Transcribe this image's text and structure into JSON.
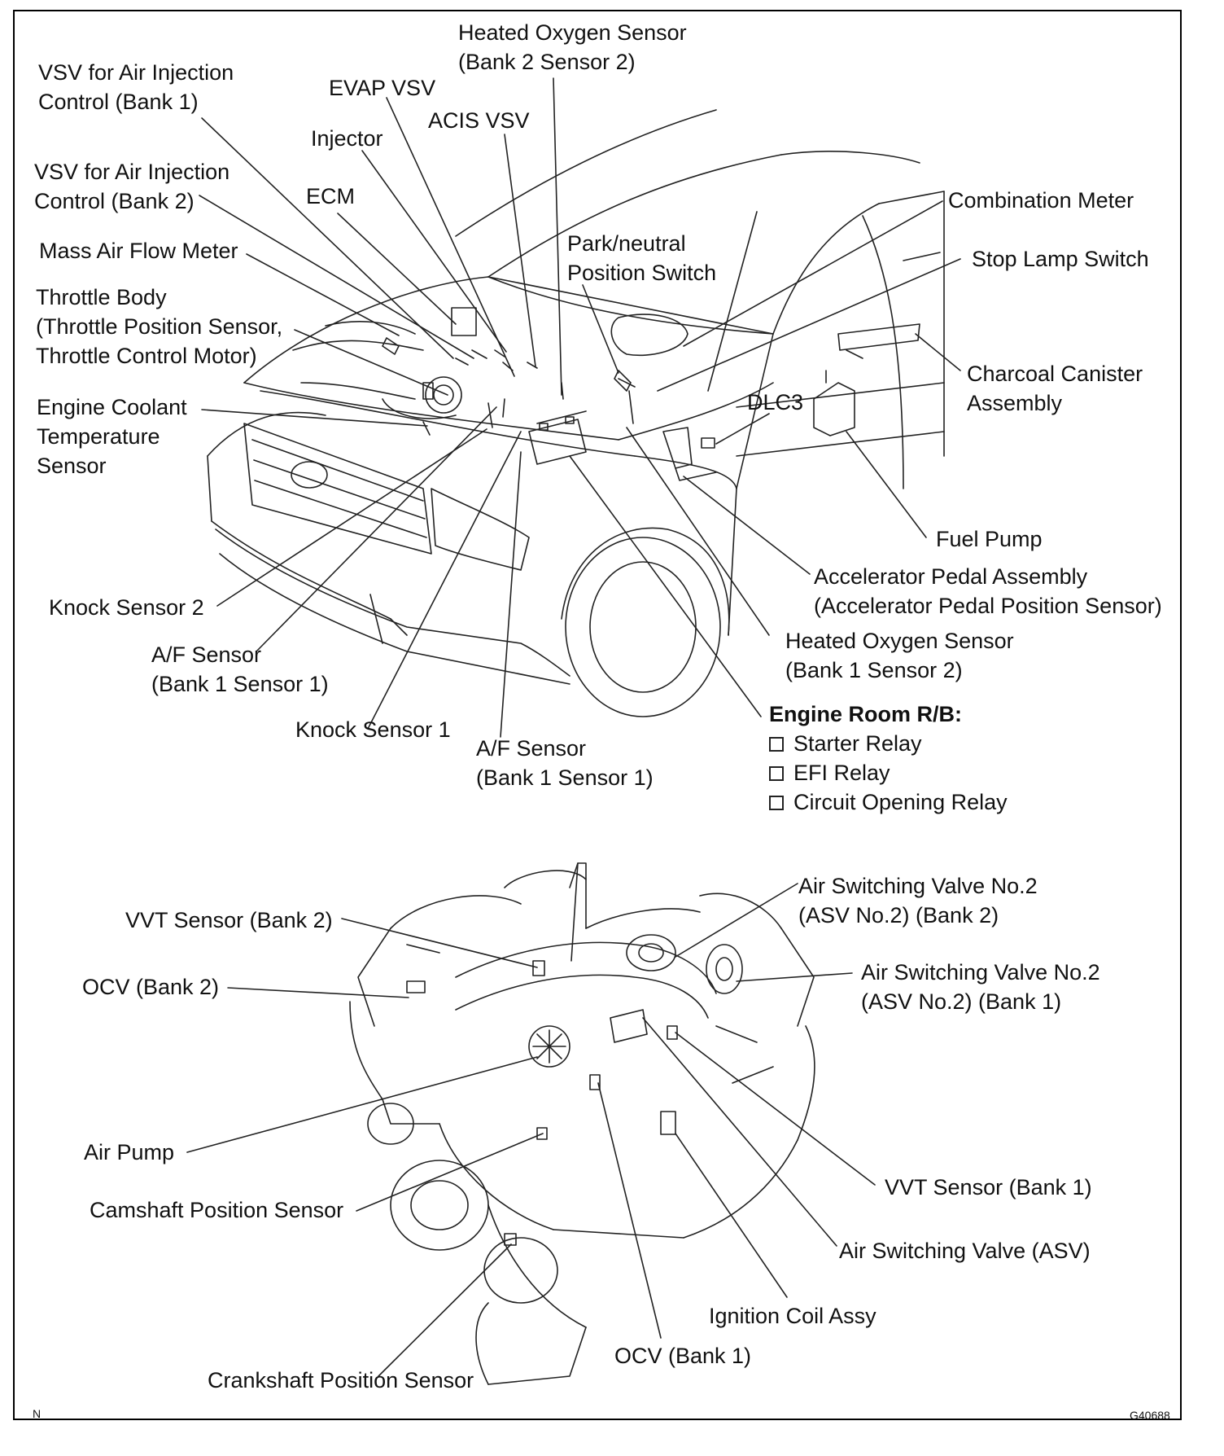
{
  "figure_id": "G40688",
  "corner_mark": "N",
  "labels": {
    "heated_o2_b2s2": [
      "Heated Oxygen Sensor",
      "(Bank 2 Sensor 2)"
    ],
    "vsv_air_inj_b1": [
      "VSV for Air Injection",
      "Control (Bank 1)"
    ],
    "evap_vsv": "EVAP VSV",
    "acis_vsv": "ACIS VSV",
    "injector": "Injector",
    "vsv_air_inj_b2": [
      "VSV for Air Injection",
      "Control (Bank 2)"
    ],
    "ecm": "ECM",
    "combination_meter": "Combination Meter",
    "mass_air_flow": "Mass Air Flow Meter",
    "park_neutral": [
      "Park/neutral",
      "Position Switch"
    ],
    "stop_lamp": "Stop Lamp Switch",
    "throttle_body": [
      "Throttle Body",
      "(Throttle Position Sensor,",
      "Throttle Control Motor)"
    ],
    "charcoal_canister": [
      "Charcoal Canister",
      "Assembly"
    ],
    "dlc3": "DLC3",
    "ect_sensor": [
      "Engine Coolant",
      "Temperature",
      "Sensor"
    ],
    "fuel_pump": "Fuel Pump",
    "accel_pedal": [
      "Accelerator Pedal Assembly",
      "(Accelerator Pedal Position Sensor)"
    ],
    "knock2": "Knock Sensor 2",
    "af_sensor_left": [
      "A/F Sensor",
      "(Bank 1 Sensor 1)"
    ],
    "heated_o2_b1s2": [
      "Heated Oxygen Sensor",
      "(Bank 1 Sensor 2)"
    ],
    "knock1": "Knock Sensor 1",
    "af_sensor_center": [
      "A/F Sensor",
      "(Bank 1 Sensor 1)"
    ],
    "engine_room_rb": {
      "title": "Engine Room R/B:",
      "items": [
        "Starter Relay",
        "EFI Relay",
        "Circuit Opening Relay"
      ]
    },
    "asv2_bank2": [
      "Air Switching Valve No.2",
      "(ASV No.2) (Bank 2)"
    ],
    "vvt_bank2": "VVT Sensor (Bank 2)",
    "asv2_bank1": [
      "Air Switching Valve No.2",
      "(ASV No.2) (Bank 1)"
    ],
    "ocv_bank2": "OCV (Bank 2)",
    "air_pump": "Air Pump",
    "vvt_bank1": "VVT Sensor (Bank 1)",
    "camshaft": "Camshaft Position Sensor",
    "asv": "Air Switching Valve (ASV)",
    "ignition_coil": "Ignition Coil Assy",
    "ocv_bank1": "OCV (Bank 1)",
    "crankshaft": "Crankshaft Position Sensor"
  }
}
